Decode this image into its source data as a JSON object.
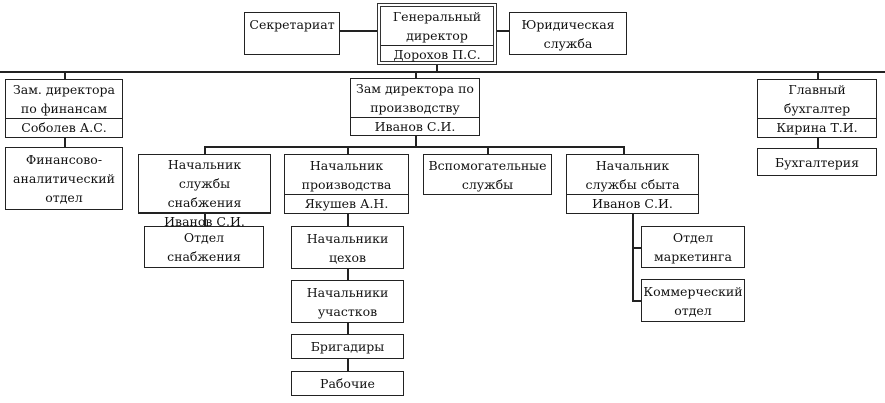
{
  "diagram": {
    "type": "organizational-chart",
    "nodes": {
      "ceo": {
        "title": "Генеральный директор",
        "name": "Дорохов П.С."
      },
      "secretariat": {
        "title": "Секретариат"
      },
      "legal": {
        "title": "Юридическая служба"
      },
      "deputy_finance": {
        "title": "Зам. директора по финансам",
        "name": "Соболев А.С."
      },
      "fin_analytics": {
        "title": "Финансово-аналитический отдел"
      },
      "deputy_production": {
        "title": "Зам директора по производству",
        "name": "Иванов С.И."
      },
      "chief_accountant": {
        "title": "Главный бухгалтер",
        "name": "Кирина Т.И."
      },
      "accounting": {
        "title": "Бухгалтерия"
      },
      "supply_head": {
        "title": "Начальник службы снабжения",
        "name": "Иванов С.И."
      },
      "supply_dept": {
        "title": "Отдел снабжения"
      },
      "production_head": {
        "title": "Начальник производства",
        "name": "Якушев А.Н."
      },
      "workshop_heads": {
        "title": "Начальники цехов"
      },
      "section_heads": {
        "title": "Начальники участков"
      },
      "foremen": {
        "title": "Бригадиры"
      },
      "workers": {
        "title": "Рабочие"
      },
      "auxiliary": {
        "title": "Вспомогательные службы"
      },
      "sales_head": {
        "title": "Начальник службы сбыта",
        "name": "Иванов С.И."
      },
      "marketing": {
        "title": "Отдел маркетинга"
      },
      "commercial": {
        "title": "Коммерческий отдел"
      }
    },
    "edges": [
      [
        "ceo",
        "secretariat"
      ],
      [
        "ceo",
        "legal"
      ],
      [
        "ceo",
        "deputy_finance"
      ],
      [
        "ceo",
        "deputy_production"
      ],
      [
        "ceo",
        "chief_accountant"
      ],
      [
        "deputy_finance",
        "fin_analytics"
      ],
      [
        "chief_accountant",
        "accounting"
      ],
      [
        "deputy_production",
        "supply_head"
      ],
      [
        "deputy_production",
        "production_head"
      ],
      [
        "deputy_production",
        "auxiliary"
      ],
      [
        "deputy_production",
        "sales_head"
      ],
      [
        "supply_head",
        "supply_dept"
      ],
      [
        "production_head",
        "workshop_heads"
      ],
      [
        "workshop_heads",
        "section_heads"
      ],
      [
        "section_heads",
        "foremen"
      ],
      [
        "foremen",
        "workers"
      ],
      [
        "sales_head",
        "marketing"
      ],
      [
        "sales_head",
        "commercial"
      ]
    ]
  }
}
